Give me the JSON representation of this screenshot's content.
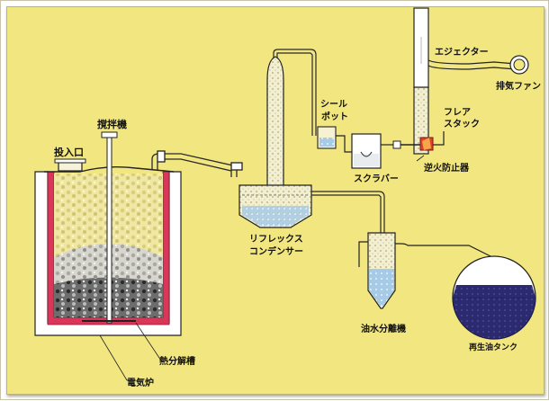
{
  "diagram": {
    "labels": {
      "inlet": "投入口",
      "stirrer": "撹拌機",
      "reactor": "熱分解槽",
      "furnace": "電気炉",
      "reflux1": "リフレックス",
      "reflux2": "コンデンサー",
      "seal1": "シール",
      "seal2": "ポット",
      "scrubber": "スクラバー",
      "ejector": "エジェクター",
      "fan": "排気ファン",
      "flare1": "フレア",
      "flare2": "スタック",
      "arrester": "逆火防止器",
      "separator": "油水分離機",
      "tank": "再生油タンク"
    },
    "colors": {
      "background": "#f2e680",
      "furnace_red": "#d8375a",
      "flare_red": "#e0412a",
      "pipe": "#2a2a2a",
      "oil": "#2c2a6e",
      "water": "#9fc6e8"
    }
  }
}
